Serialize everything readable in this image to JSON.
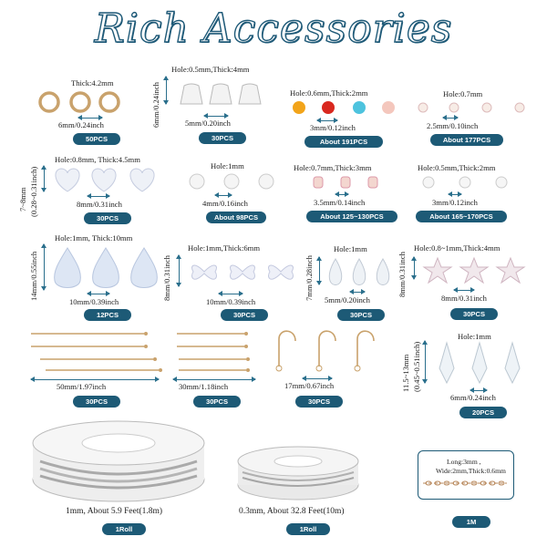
{
  "title": "Rich Accessories",
  "colors": {
    "accent": "#1d5a76",
    "title_stroke": "#1f5a78"
  },
  "items": {
    "jump_rings": {
      "thick": "Thick:4.2mm",
      "size": "6mm/0.24inch",
      "qty": "50PCS"
    },
    "ear_nuts": {
      "hole": "Hole:0.5mm,Thick:4mm",
      "height": "6mm/0.24inch",
      "size": "5mm/0.20inch",
      "qty": "30PCS"
    },
    "color_beads": {
      "hole": "Hole:0.6mm,Thick:2mm",
      "size": "3mm/0.12inch",
      "qty": "About 191PCS"
    },
    "small_round": {
      "hole": "Hole:0.7mm",
      "size": "2.5mm/0.10inch",
      "qty": "About 177PCS"
    },
    "heart_beads": {
      "hole": "Hole:0.8mm, Thick:4.5mm",
      "height": "7~8mm",
      "height_in": "(0.28~0.31inch)",
      "size": "8mm/0.31inch",
      "qty": "30PCS"
    },
    "round_beads_4": {
      "hole": "Hole:1mm",
      "size": "4mm/0.16inch",
      "qty": "About 98PCS"
    },
    "faceted_35": {
      "hole": "Hole:0.7mm,Thick:3mm",
      "size": "3.5mm/0.14inch",
      "qty": "About 125~130PCS"
    },
    "round_3": {
      "hole": "Hole:0.5mm,Thick:2mm",
      "size": "3mm/0.12inch",
      "qty": "About 165~170PCS"
    },
    "teardrop": {
      "hole": "Hole:1mm, Thick:10mm",
      "height": "14mm/0.55inch",
      "size": "10mm/0.39inch",
      "qty": "12PCS"
    },
    "butterfly": {
      "hole": "Hole:1mm,Thick:6mm",
      "height": "8mm/0.31inch",
      "size": "10mm/0.39inch",
      "qty": "30PCS"
    },
    "drop_5": {
      "hole": "Hole:1mm",
      "height": "7mm/0.28inch",
      "size": "5mm/0.20inch",
      "qty": "30PCS"
    },
    "star": {
      "hole": "Hole:0.8~1mm,Thick:4mm",
      "height": "8mm/0.31inch",
      "size": "8mm/0.31inch",
      "qty": "30PCS"
    },
    "pins_50": {
      "size": "50mm/1.97inch",
      "qty": "30PCS"
    },
    "pins_30": {
      "size": "30mm/1.18inch",
      "qty": "30PCS"
    },
    "ear_hooks": {
      "size": "17mm/0.67inch",
      "qty": "30PCS"
    },
    "bicone_drop": {
      "hole": "Hole:1mm",
      "height": "11.5~13mm",
      "height_in": "(0.45~0.51inch)",
      "size": "6mm/0.24inch",
      "qty": "20PCS"
    },
    "wire_1mm": {
      "desc": "1mm, About 5.9 Feet(1.8m)",
      "qty": "1Roll"
    },
    "wire_03mm": {
      "desc": "0.3mm, About 32.8 Feet(10m)",
      "qty": "1Roll"
    },
    "chain": {
      "long": "Long:3mm ,",
      "wide": "Wide:2mm,Thick:0.6mm",
      "qty": "1M"
    }
  }
}
